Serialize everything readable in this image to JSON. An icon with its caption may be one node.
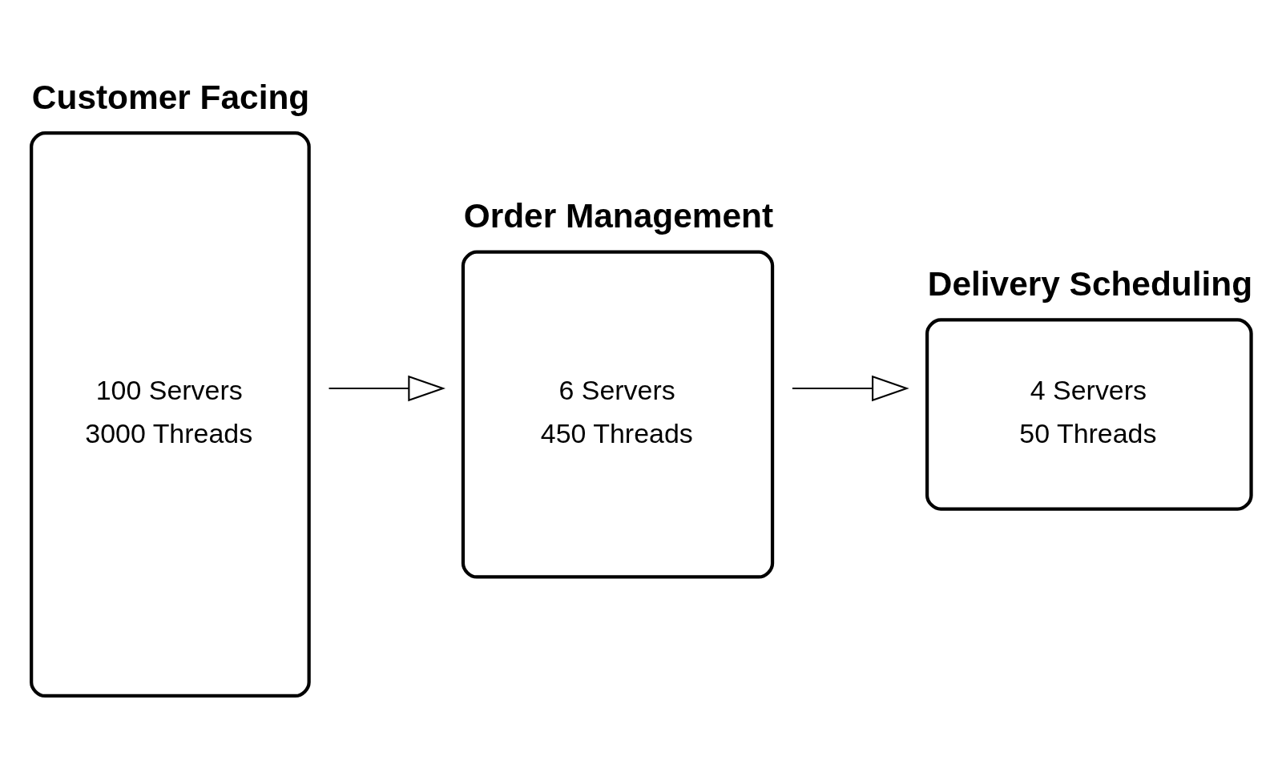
{
  "diagram": {
    "nodes": [
      {
        "text": [
          "Customer Facing",
          "100 Servers",
          "3000 Threads"
        ]
      },
      {
        "text": [
          "Order Management",
          "6 Servers",
          "450 Threads"
        ]
      },
      {
        "text": [
          "Delivery Scheduling",
          "4 Servers",
          "50 Threads"
        ]
      }
    ],
    "edges": [
      {
        "from": 0,
        "to": 1,
        "arrow": "to"
      },
      {
        "from": 1,
        "to": 2,
        "arrow": "to"
      }
    ]
  }
}
